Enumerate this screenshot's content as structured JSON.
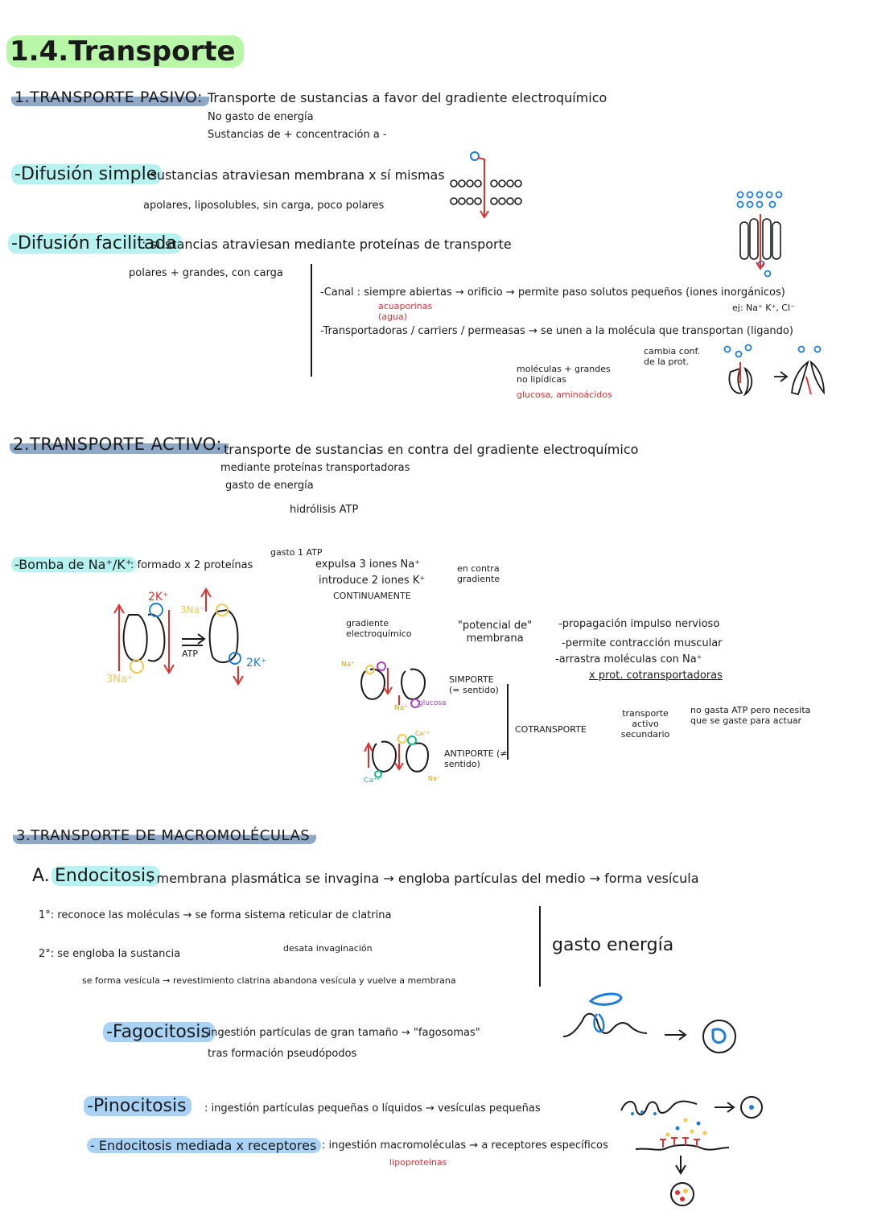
{
  "title": "1.4.Transporte",
  "s1": {
    "heading": "1.TRANSPORTE PASIVO:",
    "lines": [
      "Transporte de sustancias a favor del gradiente electroquímico",
      "No gasto de energía",
      "Sustancias de + concentración a -"
    ],
    "simple": {
      "label": "-Difusión simple",
      "text": ": sustancias atraviesan membrana x sí mismas",
      "sub": "apolares, liposolubles, sin carga, poco polares"
    },
    "facilitada": {
      "label": "-Difusión facilitada",
      "text": ": sustancias atraviesan mediante proteínas de transporte",
      "sub": "polares + grandes, con carga",
      "canal": "-Canal : siempre abiertas → orificio → permite paso solutos pequeños (iones inorgánicos)",
      "canal_note": "acuaporinas (agua)",
      "canal_ej": "ej: Na⁺ K⁺, Cl⁻",
      "transp": "-Transportadoras / carriers / permeasas → se unen a la molécula que transportan (ligando)",
      "cambia": "cambia conf. de la prot.",
      "moleculas": "moléculas + grandes no lipídicas",
      "glucosa": "glucosa, aminoácidos"
    }
  },
  "s2": {
    "heading": "2.TRANSPORTE ACTIVO:",
    "lines": [
      "transporte de sustancias en contra del gradiente electroquímico",
      "mediante proteínas transportadoras",
      "gasto de energía"
    ],
    "hidrolisis": "hidrólisis ATP",
    "bomba": {
      "label": "-Bomba de Na⁺/K⁺",
      "text": ": formado x 2 proteínas",
      "gasto": "gasto 1 ATP",
      "expulsa": "expulsa 3 iones Na⁺",
      "introduce": "introduce 2 iones K⁺",
      "contra": "en contra gradiente",
      "continuamente": "CONTINUAMENTE",
      "gradiente": "gradiente electroquímico",
      "potencial": "\"potencial de\" membrana",
      "efectos": [
        "-propagación impulso nervioso",
        "-permite contracción muscular",
        "-arrastra moléculas con Na⁺"
      ],
      "cotransp": "x prot. cotransportadoras",
      "fig_2k": "2K⁺",
      "fig_3na": "3Na⁺",
      "fig_atp": "ATP",
      "simporte": "SIMPORTE (= sentido)",
      "antiporte": "ANTIPORTE (≠ sentido)",
      "cotransporte": "COTRANSPORTE",
      "secundario": "transporte activo secundario",
      "no_gasta": "no gasta ATP pero necesita que se gaste para actuar",
      "na_label": "Na⁺",
      "glucosa_label": "glucosa",
      "ca_label": "Ca⁺²"
    }
  },
  "s3": {
    "heading": "3.TRANSPORTE DE MACROMOLÉCULAS",
    "endo": {
      "letter": "A.",
      "label": "Endocitosis",
      "text": ": membrana plasmática se invagina → engloba partículas del medio → forma vesícula",
      "step1": "1°: reconoce las moléculas → se forma sistema reticular de clatrina",
      "desata": "desata invaginación",
      "step2": "2°: se engloba la sustancia",
      "step2b": "se forma vesícula → revestimiento clatrina abandona vesícula y vuelve a membrana",
      "gasto": "gasto energía"
    },
    "fago": {
      "label": "-Fagocitosis",
      "text": ": ingestión partículas de gran tamaño → \"fagosomas\"",
      "sub": "tras formación pseudópodos"
    },
    "pino": {
      "label": "-Pinocitosis",
      "text": ": ingestión partículas pequeñas o líquidos → vesículas pequeñas"
    },
    "receptores": {
      "label": "- Endocitosis mediada x receptores",
      "text": ": ingestión macromoléculas → a receptores específicos",
      "lipo": "lipoproteínas"
    }
  },
  "colors": {
    "navy": "#8fa8c8",
    "green": "#b9f7a8",
    "teal": "#b6f2ef",
    "blue": "#a9d2f7",
    "red": "#e03131",
    "pink": "#e64980"
  }
}
